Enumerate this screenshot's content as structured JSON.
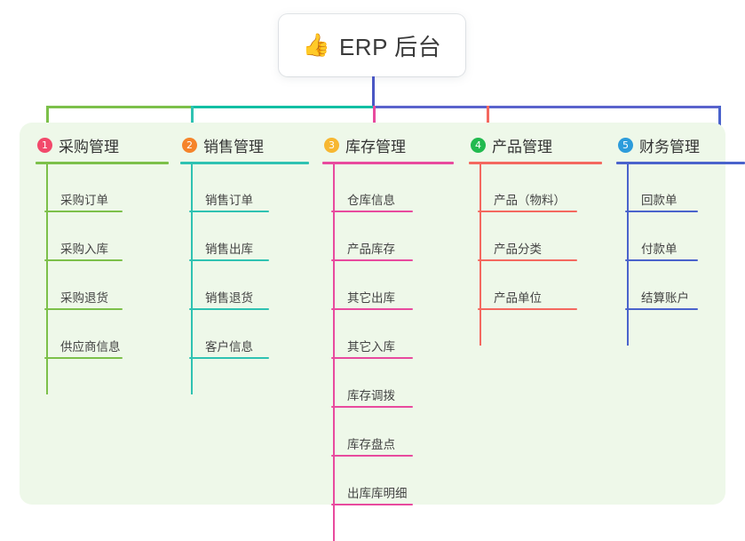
{
  "title": {
    "emoji": "👍",
    "icon_name": "thumbs-up-icon",
    "text": "ERP 后台"
  },
  "colors": {
    "panel_bg": "#eef8e9",
    "page_bg": "#ffffff",
    "trunk": "#4a57c4",
    "bus_left": "#7cc04a",
    "bus_mid": "#11bfa3",
    "bus_right": "#5a63cc"
  },
  "columns": [
    {
      "index": "1",
      "badge_color": "#f2496b",
      "line_color": "#7cc04a",
      "title": "采购管理",
      "items": [
        "采购订单",
        "采购入库",
        "采购退货",
        "供应商信息"
      ]
    },
    {
      "index": "2",
      "badge_color": "#f5842a",
      "line_color": "#2fc2b2",
      "title": "销售管理",
      "items": [
        "销售订单",
        "销售出库",
        "销售退货",
        "客户信息"
      ]
    },
    {
      "index": "3",
      "badge_color": "#f7b731",
      "line_color": "#e84a9e",
      "title": "库存管理",
      "items": [
        "仓库信息",
        "产品库存",
        "其它出库",
        "其它入库",
        "库存调拨",
        "库存盘点",
        "出库库明细"
      ]
    },
    {
      "index": "4",
      "badge_color": "#22ba4f",
      "line_color": "#f4685f",
      "title": "产品管理",
      "items": [
        "产品（物料）",
        "产品分类",
        "产品单位"
      ]
    },
    {
      "index": "5",
      "badge_color": "#2d9cdb",
      "line_color": "#4a63cc",
      "title": "财务管理",
      "items": [
        "回款单",
        "付款单",
        "结算账户"
      ]
    }
  ]
}
